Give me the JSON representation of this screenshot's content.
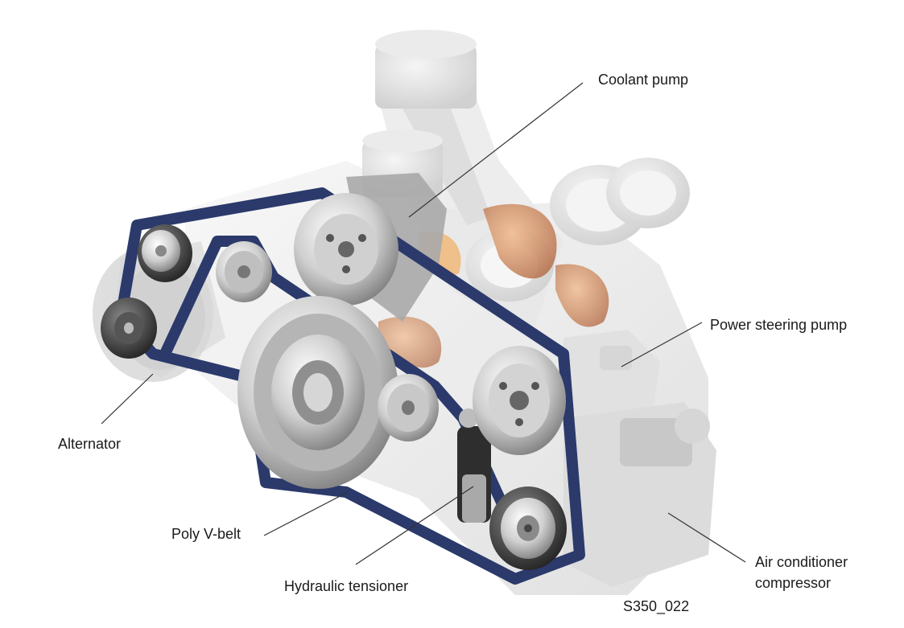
{
  "labels": {
    "coolant_pump": "Coolant pump",
    "power_steering_pump": "Power steering pump",
    "alternator": "Alternator",
    "poly_v_belt": "Poly V-belt",
    "hydraulic_tensioner": "Hydraulic tensioner",
    "ac_compressor_line1": "Air conditioner",
    "ac_compressor_line2": "compressor"
  },
  "figure_ref": "S350_022",
  "colors": {
    "belt": "#2b3a6b",
    "metal": "#c8c8c8",
    "dark_pulley": "#3a3a3a",
    "copper": "#c8703a",
    "leader_line": "#333333"
  }
}
